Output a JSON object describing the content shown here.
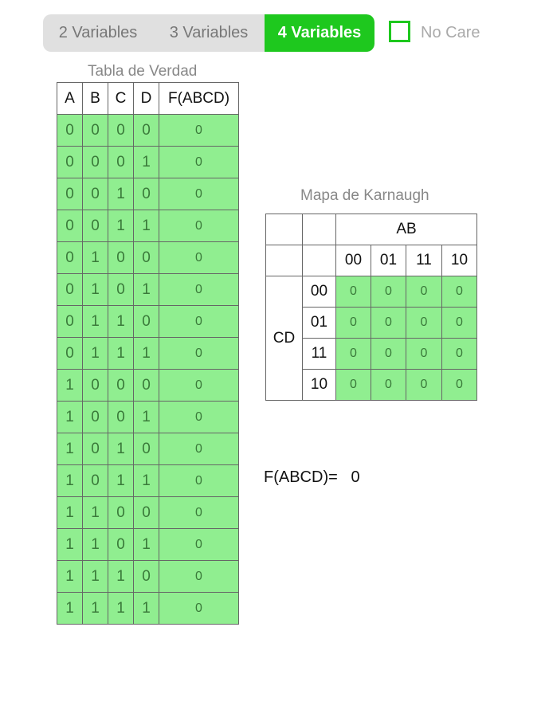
{
  "tabs": [
    "2 Variables",
    "3 Variables",
    "4 Variables"
  ],
  "selected_tab": "4 Variables",
  "no_care_label": "No Care",
  "truth_table": {
    "title": "Tabla de Verdad",
    "headers": [
      "A",
      "B",
      "C",
      "D",
      "F(ABCD)"
    ],
    "rows": [
      [
        "0",
        "0",
        "0",
        "0",
        "0"
      ],
      [
        "0",
        "0",
        "0",
        "1",
        "0"
      ],
      [
        "0",
        "0",
        "1",
        "0",
        "0"
      ],
      [
        "0",
        "0",
        "1",
        "1",
        "0"
      ],
      [
        "0",
        "1",
        "0",
        "0",
        "0"
      ],
      [
        "0",
        "1",
        "0",
        "1",
        "0"
      ],
      [
        "0",
        "1",
        "1",
        "0",
        "0"
      ],
      [
        "0",
        "1",
        "1",
        "1",
        "0"
      ],
      [
        "1",
        "0",
        "0",
        "0",
        "0"
      ],
      [
        "1",
        "0",
        "0",
        "1",
        "0"
      ],
      [
        "1",
        "0",
        "1",
        "0",
        "0"
      ],
      [
        "1",
        "0",
        "1",
        "1",
        "0"
      ],
      [
        "1",
        "1",
        "0",
        "0",
        "0"
      ],
      [
        "1",
        "1",
        "0",
        "1",
        "0"
      ],
      [
        "1",
        "1",
        "1",
        "0",
        "0"
      ],
      [
        "1",
        "1",
        "1",
        "1",
        "0"
      ]
    ]
  },
  "kmap": {
    "title": "Mapa de Karnaugh",
    "col_var": "AB",
    "row_var": "CD",
    "col_labels": [
      "00",
      "01",
      "11",
      "10"
    ],
    "row_labels": [
      "00",
      "01",
      "11",
      "10"
    ],
    "cells": [
      [
        "0",
        "0",
        "0",
        "0"
      ],
      [
        "0",
        "0",
        "0",
        "0"
      ],
      [
        "0",
        "0",
        "0",
        "0"
      ],
      [
        "0",
        "0",
        "0",
        "0"
      ]
    ]
  },
  "result": {
    "label": "F(ABCD)=",
    "value": "0"
  },
  "colors": {
    "accent": "#1ec81e",
    "cell": "#90ee90"
  }
}
